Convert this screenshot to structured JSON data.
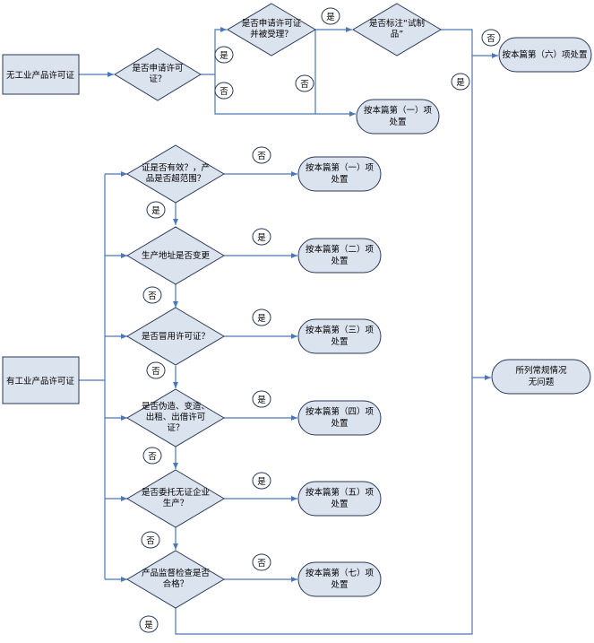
{
  "nodes": {
    "no_license": "无工业产品许可证",
    "has_license": "有工业产品许可证",
    "q_applied": [
      "是否申请许可",
      "证？"
    ],
    "q_accepted": [
      "是否申请许可证",
      "并被受理？"
    ],
    "q_trial": [
      "是否标注“试制",
      "品”"
    ],
    "q_valid": [
      "证是否有效？，产",
      "品是否超范围？"
    ],
    "q_address": [
      "生产地址是否变更"
    ],
    "q_borrow": [
      "是否冒用许可证？"
    ],
    "q_forge": [
      "是否伪造、变造、",
      "出租、出借许可",
      "证？"
    ],
    "q_entrust": [
      "是否委托无证企业",
      "生产？"
    ],
    "q_inspect": [
      "产品监督检查是否",
      "合格？"
    ],
    "r6": [
      "按本篇第（六）项处置"
    ],
    "r1_top": [
      "按本篇第（一）项",
      "处置"
    ],
    "r1": [
      "按本篇第（一）项",
      "处置"
    ],
    "r2": [
      "按本篇第（二）项",
      "处置"
    ],
    "r3": [
      "按本篇第（三）项",
      "处置"
    ],
    "r4": [
      "按本篇第（四）项",
      "处置"
    ],
    "r5": [
      "按本篇第（五）项",
      "处置"
    ],
    "r7": [
      "按本篇第（七）项",
      "处置"
    ],
    "ok": [
      "所列常规情况",
      "无问题"
    ]
  },
  "labels": {
    "yes": "是",
    "no": "否"
  },
  "colors": {
    "node_fill": "#dbe3ef",
    "node_stroke": "#2a3a58",
    "edge": "#4a78b8"
  }
}
